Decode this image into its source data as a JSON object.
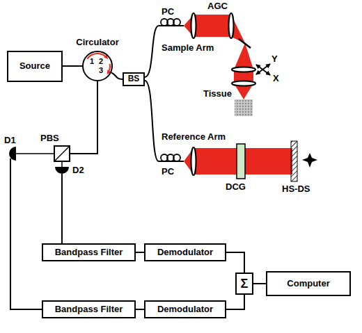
{
  "diagram": {
    "nodes": [
      {
        "text": [
          "Source"
        ]
      },
      {
        "text": [
          "Circulator",
          "1",
          "2",
          "3"
        ]
      },
      {
        "text": [
          "BS"
        ]
      },
      {
        "text": [
          "Bandpass Filter"
        ]
      },
      {
        "text": [
          "Demodulator"
        ]
      },
      {
        "text": [
          "Bandpass Filter"
        ]
      },
      {
        "text": [
          "Demodulator"
        ]
      },
      {
        "text": [
          "Σ"
        ]
      },
      {
        "text": [
          "Computer"
        ]
      }
    ],
    "edges": [
      {
        "from": 0,
        "to": 1,
        "arrow": "none"
      },
      {
        "from": 1,
        "to": 2,
        "arrow": "none"
      },
      {
        "from": 3,
        "to": 4,
        "arrow": "none"
      },
      {
        "from": 5,
        "to": 6,
        "arrow": "none"
      },
      {
        "from": 4,
        "to": 7,
        "arrow": "none"
      },
      {
        "from": 6,
        "to": 7,
        "arrow": "none"
      },
      {
        "from": 7,
        "to": 8,
        "arrow": "none"
      }
    ],
    "labels": [
      "PC",
      "AGC",
      "Sample Arm",
      "Y",
      "X",
      "Tissue",
      "PC",
      "Reference Arm",
      "DCG",
      "HS-DS",
      "PBS",
      "D1",
      "D2"
    ]
  }
}
